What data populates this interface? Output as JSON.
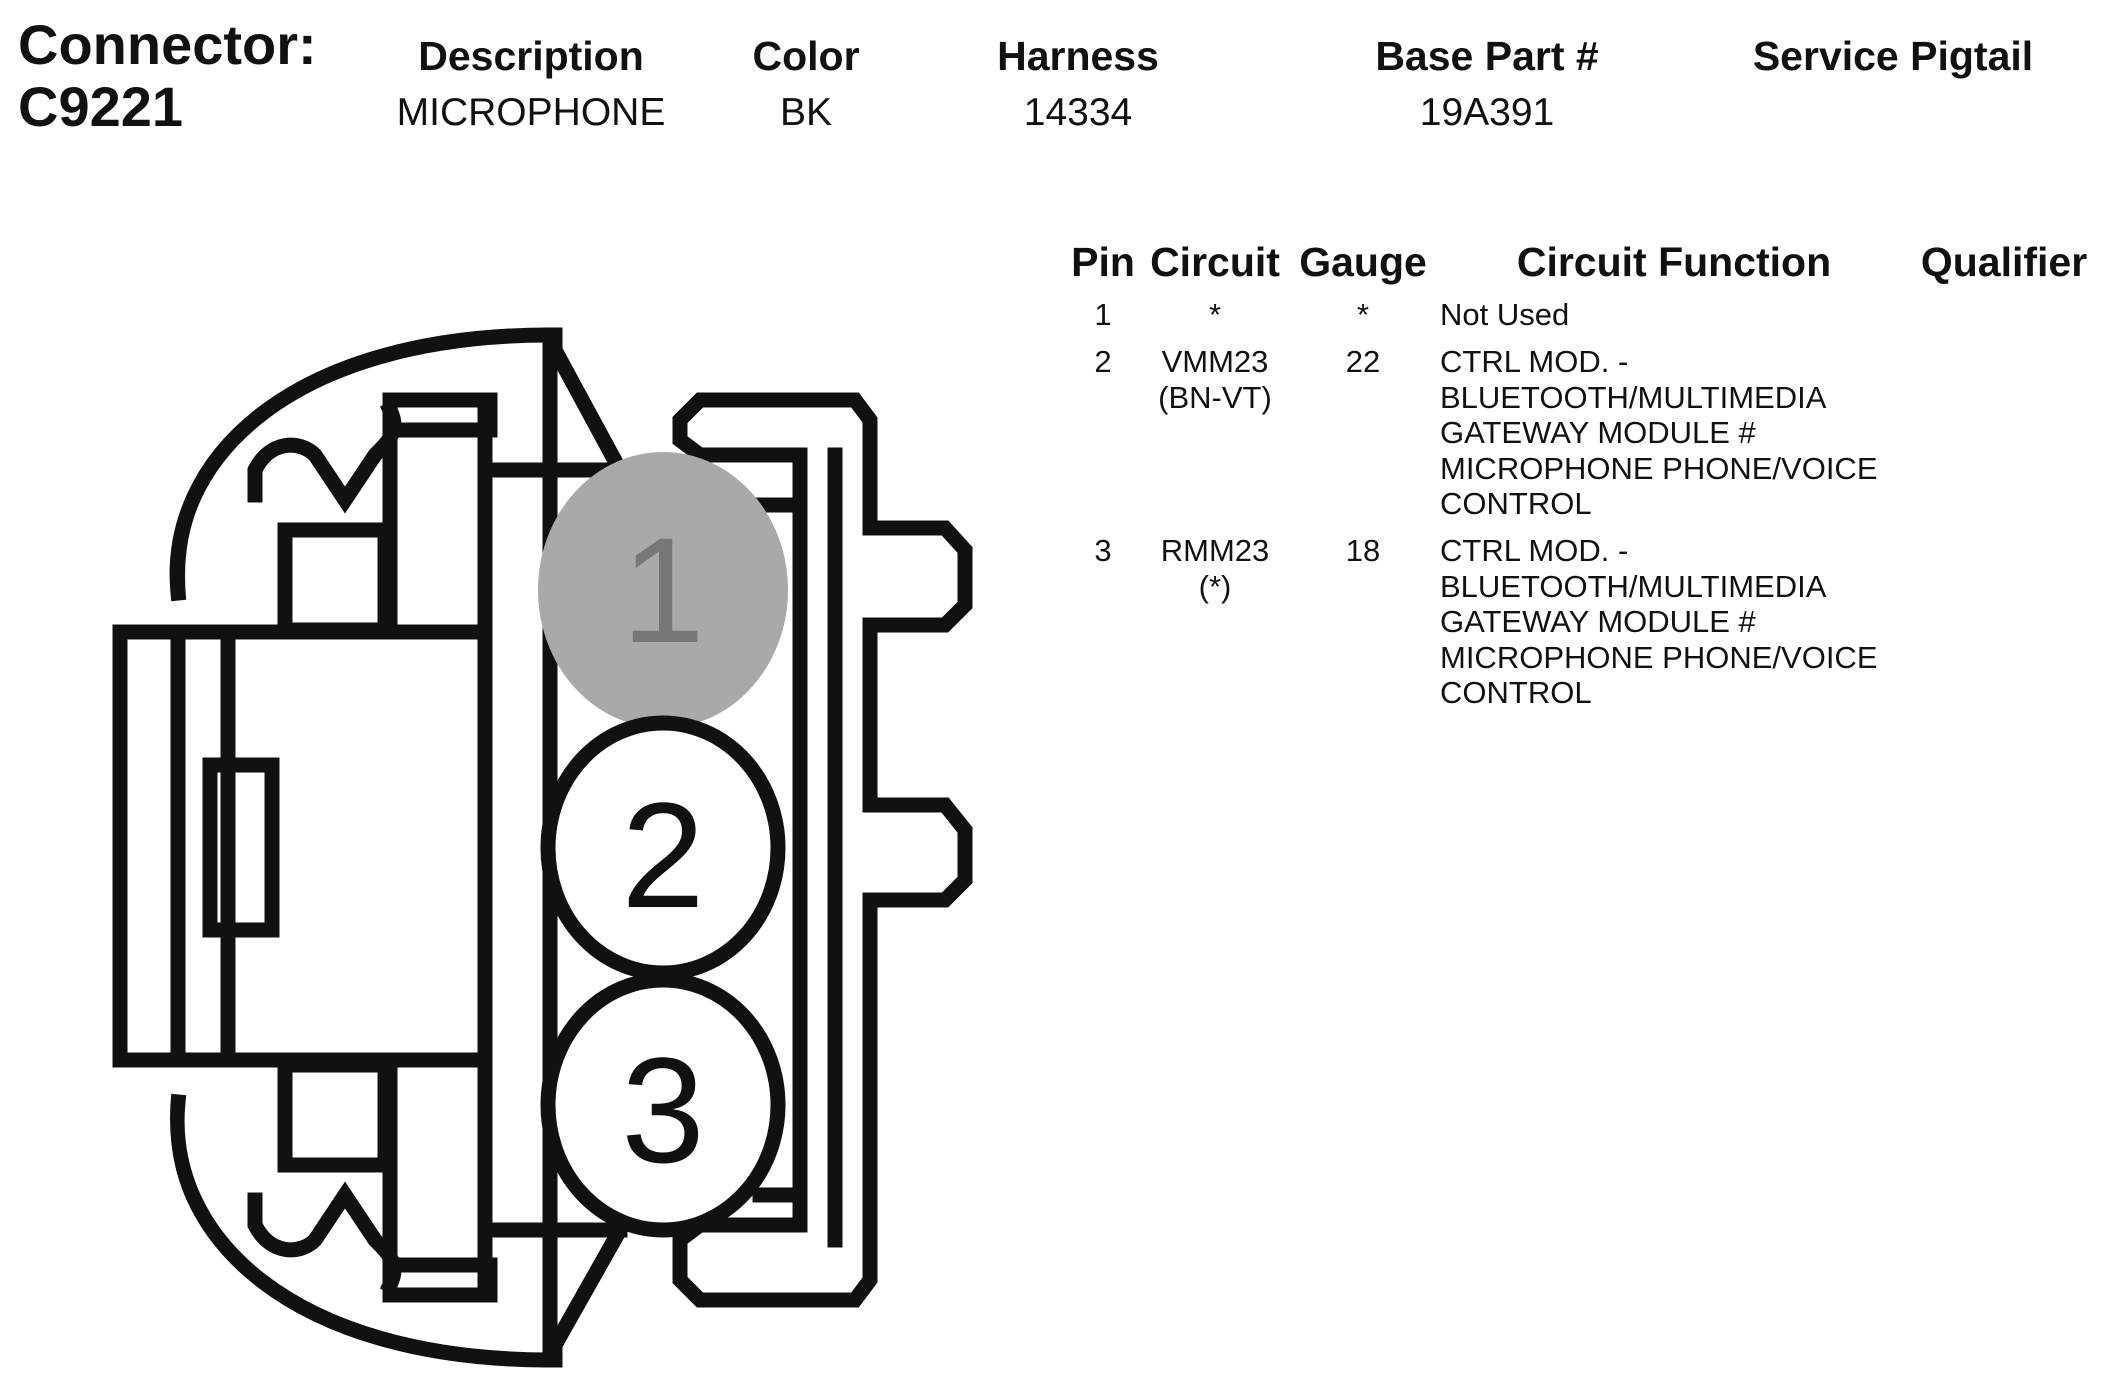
{
  "connector": {
    "label": "Connector:",
    "id": "C9221"
  },
  "header": {
    "columns": [
      {
        "label": "Description",
        "value": "MICROPHONE"
      },
      {
        "label": "Color",
        "value": "BK"
      },
      {
        "label": "Harness",
        "value": "14334"
      },
      {
        "label": "Base Part #",
        "value": "19A391"
      },
      {
        "label": "Service Pigtail",
        "value": ""
      }
    ]
  },
  "pin_table": {
    "headers": {
      "pin": "Pin",
      "circuit": "Circuit",
      "gauge": "Gauge",
      "function": "Circuit Function",
      "qualifier": "Qualifier"
    },
    "rows": [
      {
        "pin": "1",
        "circuit": "*",
        "gauge": "*",
        "function": "Not Used",
        "qualifier": ""
      },
      {
        "pin": "2",
        "circuit": "VMM23\n(BN-VT)",
        "gauge": "22",
        "function": "CTRL MOD. -\nBLUETOOTH/MULTIMEDIA\nGATEWAY MODULE #\nMICROPHONE PHONE/VOICE\nCONTROL",
        "qualifier": ""
      },
      {
        "pin": "3",
        "circuit": "RMM23\n(*)",
        "gauge": "18",
        "function": "CTRL MOD. -\nBLUETOOTH/MULTIMEDIA\nGATEWAY MODULE #\nMICROPHONE PHONE/VOICE\nCONTROL",
        "qualifier": ""
      }
    ]
  },
  "diagram": {
    "pins": [
      {
        "number": "1",
        "status": "not used"
      },
      {
        "number": "2",
        "status": "used"
      },
      {
        "number": "3",
        "status": "used"
      }
    ],
    "colors": {
      "outline": "#111111",
      "unused_pin_fill": "#a9a9a9",
      "unused_pin_text": "#777777",
      "background": "#ffffff"
    }
  }
}
